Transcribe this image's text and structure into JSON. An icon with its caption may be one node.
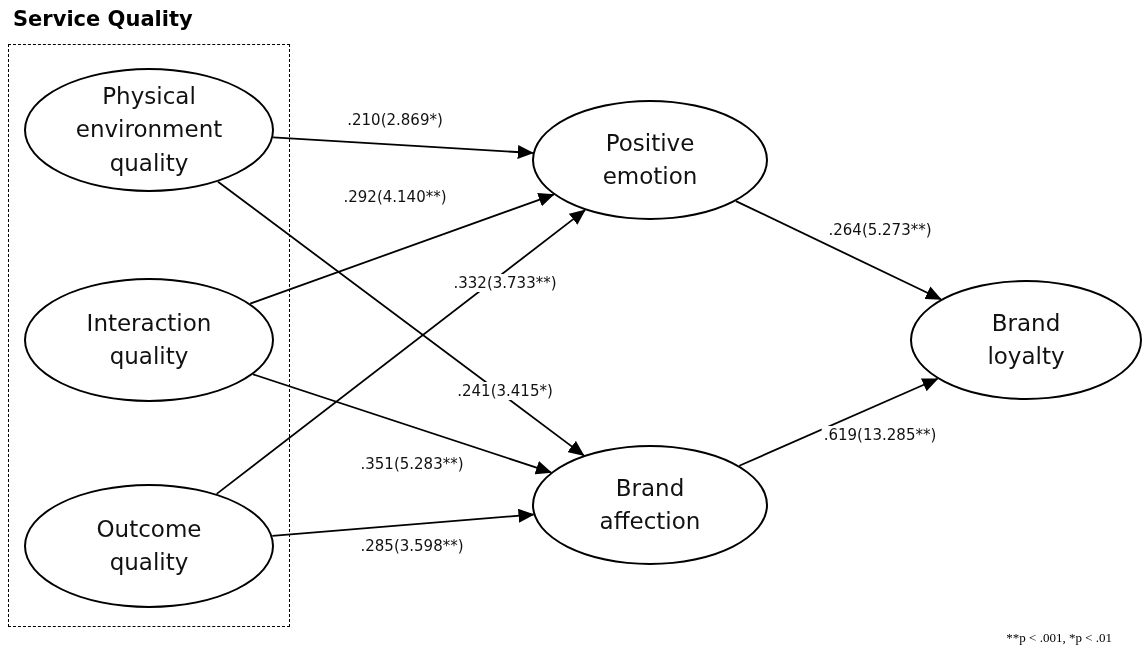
{
  "diagram": {
    "nodes": [
      {
        "text": [
          "Service Quality"
        ]
      },
      {
        "text": [
          "Physical environment quality"
        ],
        "in": 0
      },
      {
        "text": [
          "Interaction quality"
        ],
        "in": 0
      },
      {
        "text": [
          "Outcome quality"
        ],
        "in": 0
      },
      {
        "text": [
          "Positive emotion"
        ]
      },
      {
        "text": [
          "Brand affection"
        ]
      },
      {
        "text": [
          "Brand loyalty"
        ]
      }
    ],
    "edges": [
      {
        "from": 1,
        "to": 4,
        "arrow": "to",
        "label": ".210(2.869*)"
      },
      {
        "from": 2,
        "to": 4,
        "arrow": "to",
        "label": ".292(4.140**)"
      },
      {
        "from": 3,
        "to": 4,
        "arrow": "to",
        "label": ".332(3.733**)"
      },
      {
        "from": 1,
        "to": 5,
        "arrow": "to",
        "label": ".241(3.415*)"
      },
      {
        "from": 2,
        "to": 5,
        "arrow": "to",
        "label": ".351(5.283**)"
      },
      {
        "from": 3,
        "to": 5,
        "arrow": "to",
        "label": ".285(3.598**)"
      },
      {
        "from": 4,
        "to": 6,
        "arrow": "to",
        "label": ".264(5.273**)"
      },
      {
        "from": 5,
        "to": 6,
        "arrow": "to",
        "label": ".619(13.285**)"
      }
    ],
    "labels": [
      "**p < .001, *p < .01"
    ]
  }
}
